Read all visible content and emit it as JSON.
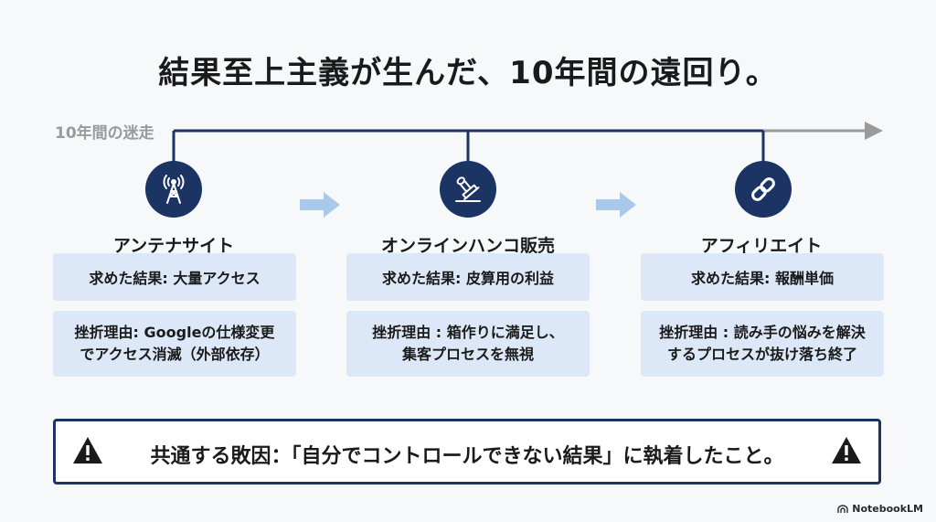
{
  "title": "結果至上主義が生んだ、10年間の遠回り。",
  "timeline": {
    "label": "10年間の迷走"
  },
  "columns": [
    {
      "icon": "radio-tower-icon",
      "title": "アンテナサイト",
      "result": "求めた結果: 大量アクセス",
      "reason_lines": [
        "挫折理由: Googleの仕様変更",
        "でアクセス消滅（外部依存）"
      ]
    },
    {
      "icon": "stamp-icon",
      "title": "オンラインハンコ販売",
      "result": "求めた結果: 皮算用の利益",
      "reason_lines": [
        "挫折理由 : 箱作りに満足し、",
        "集客プロセスを無視"
      ]
    },
    {
      "icon": "link-icon",
      "title": "アフィリエイト",
      "result": "求めた結果: 報酬単価",
      "reason_lines": [
        "挫折理由 : 読み手の悩みを解決",
        "するプロセスが抜け落ち終了"
      ]
    }
  ],
  "conclusion": {
    "text": "共通する敗因：「自分でコントロールできない結果」に執着したこと。",
    "icon": "warning-icon"
  },
  "footer": {
    "brand": "NotebookLM"
  },
  "colors": {
    "navy": "#1c3463",
    "box": "#dce8f7",
    "arrow": "#a9c9ec",
    "timeline_gray": "#9a9a9a"
  }
}
